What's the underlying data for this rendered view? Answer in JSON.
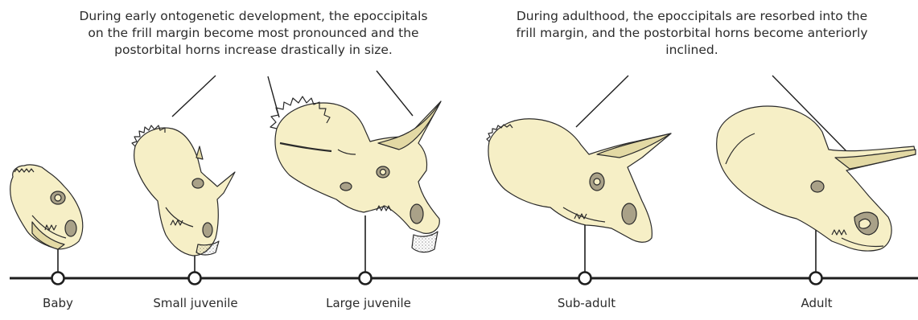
{
  "captions": {
    "early": "During early ontogenetic development, the epoccipitals\non the frill margin become most pronounced and the\npostorbital horns increase drastically in size.",
    "adult": "During adulthood, the epoccipitals are resorbed into the\nfrill margin, and the postorbital horns become anteriorly\ninclined."
  },
  "stages": [
    {
      "label": "Baby",
      "icon": "baby-skull-icon"
    },
    {
      "label": "Small juvenile",
      "icon": "small-juvenile-skull-icon"
    },
    {
      "label": "Large juvenile",
      "icon": "large-juvenile-skull-icon"
    },
    {
      "label": "Sub-adult",
      "icon": "sub-adult-skull-icon"
    },
    {
      "label": "Adult",
      "icon": "adult-skull-icon"
    }
  ],
  "colors": {
    "bone": "#f6efc6",
    "bone_shadow": "#e3d9a4",
    "fossa": "#a9a188",
    "outline": "#2a2a2a",
    "timeline": "#1e1e1e"
  }
}
